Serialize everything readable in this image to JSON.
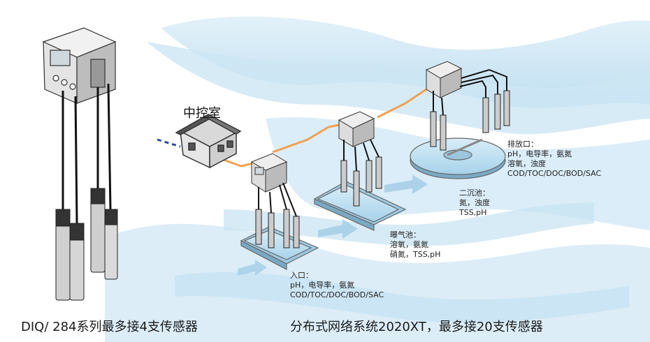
{
  "control_room": "中控室",
  "labels": {
    "inlet": {
      "title": "入口：",
      "lines": [
        "pH，电导率，氨氮",
        "COD/TOC/DOC/BOD/SAC"
      ]
    },
    "aeration": {
      "title": "曝气池：",
      "lines": [
        "溶氧，氨氮",
        "硝氮，TSS,pH"
      ]
    },
    "secondary": {
      "title": "二沉池：",
      "lines": [
        "氮，浊度",
        "TSS,pH"
      ]
    },
    "outlet": {
      "title": "排放口：",
      "lines": [
        "pH，电导率，氨氮",
        "溶氧，浊度",
        "COD/TOC/DOC/BOD/SAC"
      ]
    }
  },
  "captions": {
    "left": "DIQ/ 284系列最多接4支传感器",
    "right": "分布式网络系统2020XT，最多接20支传感器"
  },
  "colors": {
    "water_light": "#cfe7f4",
    "water_mid": "#a9d4ec",
    "cable_orange": "#f0a050",
    "dashed_blue": "#2d4aa0",
    "device_gray": "#e8e8e8",
    "sensor_dark": "#222222"
  }
}
